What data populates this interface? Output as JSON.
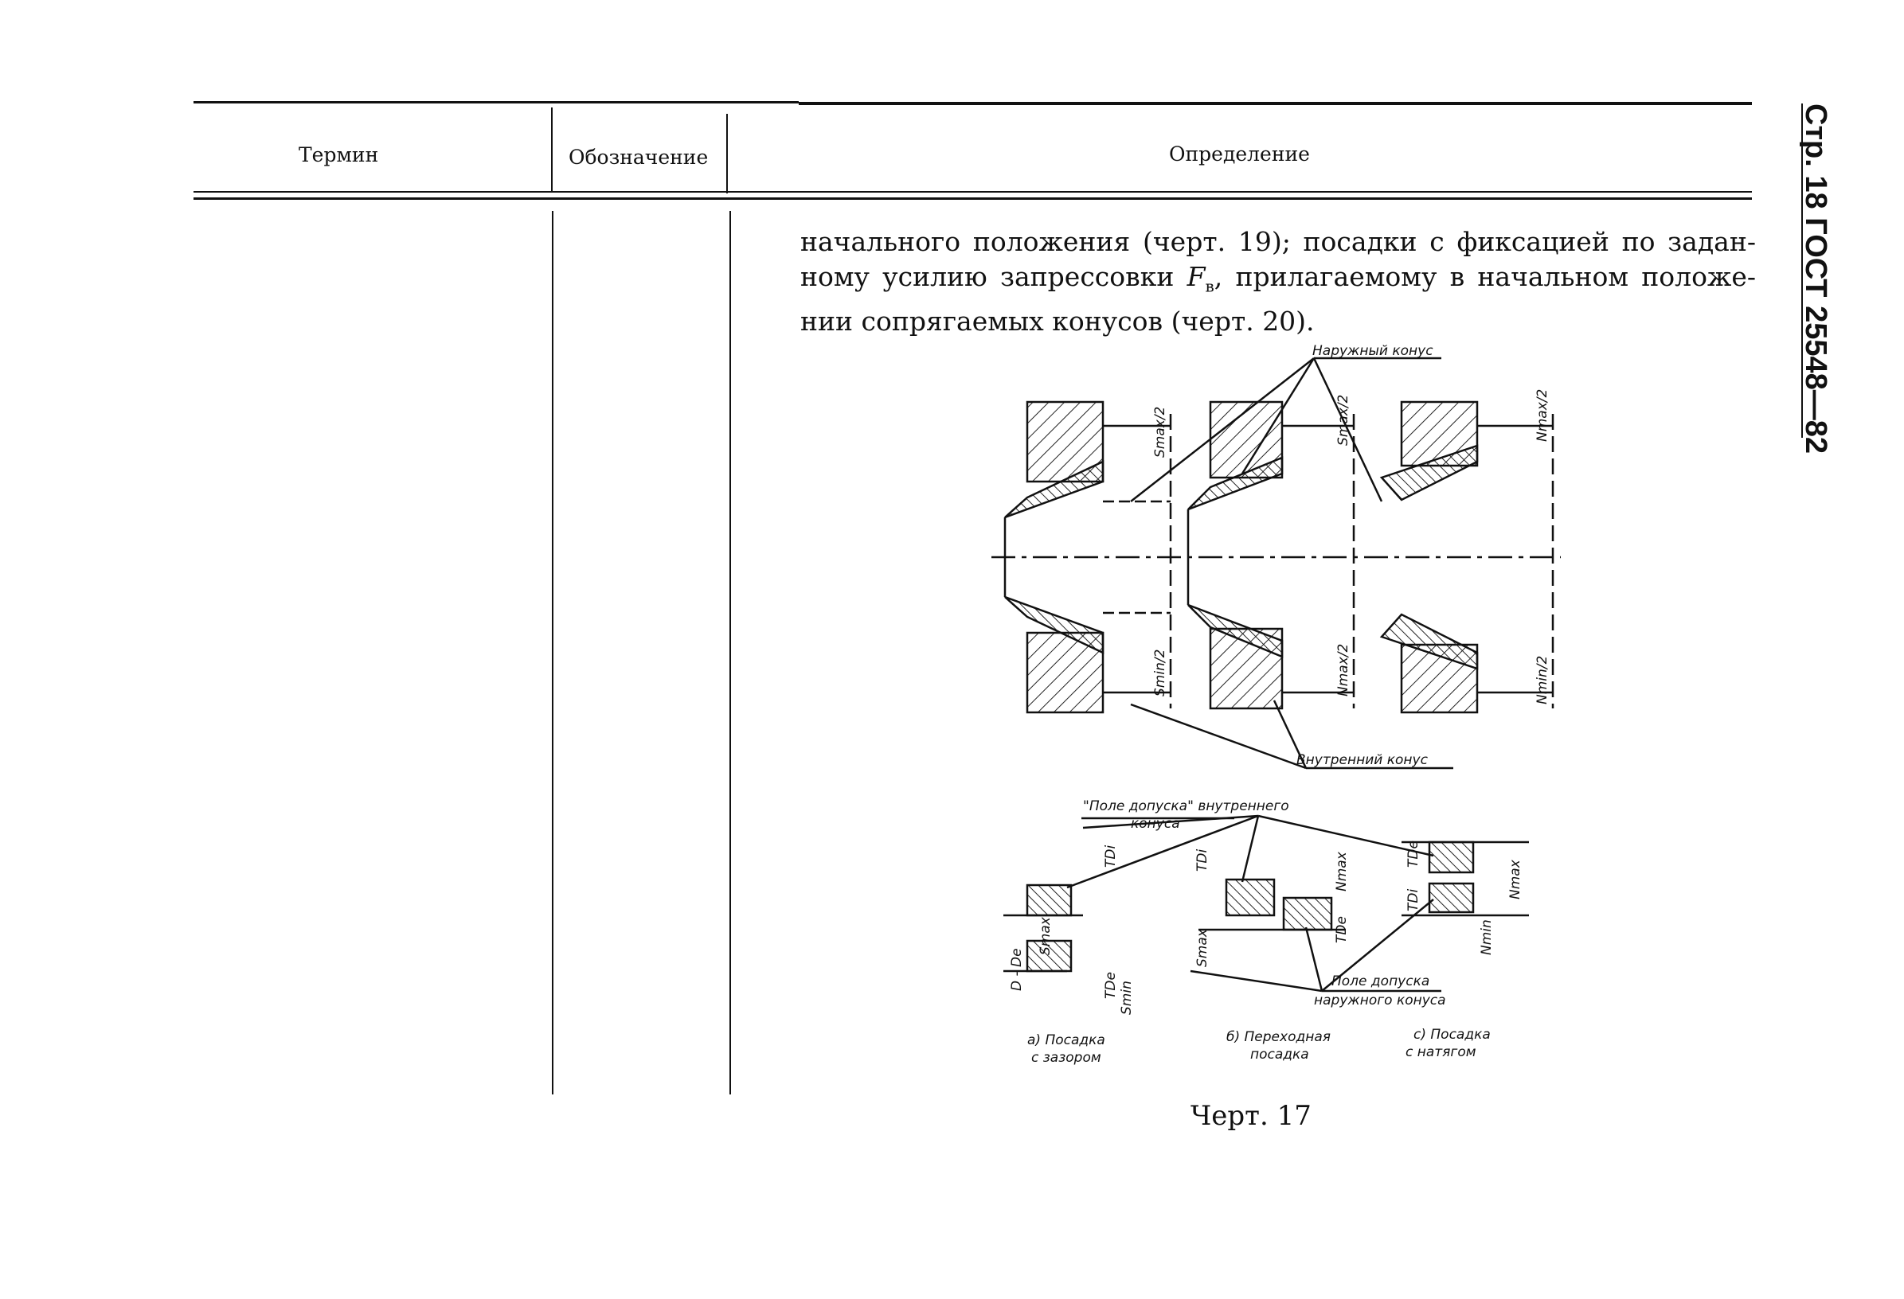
{
  "header": {
    "col_term": "Термин",
    "col_symbol": "Обозначение",
    "col_definition": "Определение"
  },
  "side_label": "Стр. 18 ГОСТ 25548—82",
  "body": {
    "line1": "начального положения (черт. 19); посадки с фиксацией по задан-",
    "line2_a": "ному усилию запрессовки ",
    "line2_sym": "F",
    "line2_sub": "в",
    "line2_b": ", прилагаемому в начальном положе-",
    "line3": "нии сопрягаемых конусов (черт. 20)."
  },
  "figure": {
    "label_outer": "Наружный конус",
    "label_inner": "Внутренний конус",
    "smax_half": "Smax/2",
    "smin_half": "Smin/2",
    "nmax_half": "Nmax/2",
    "nmin_half": "Nmin/2",
    "tol_inner_1": "\"Поле допуска\" внутреннего",
    "tol_inner_2": "конуса",
    "tol_outer_1": "Поле допуска",
    "tol_outer_2": "наружного конуса",
    "d_diff": "D - De",
    "smax": "Smax",
    "smin": "Smin",
    "nmax": "Nmax",
    "nmin": "Nmin",
    "tdi": "TDi",
    "tde": "TDe",
    "cap_a_1": "а) Посадка",
    "cap_a_2": "с зазором",
    "cap_b_1": "б) Переходная",
    "cap_b_2": "посадка",
    "cap_c_1": "с) Посадка",
    "cap_c_2": "с натягом"
  },
  "caption": "Черт. 17"
}
